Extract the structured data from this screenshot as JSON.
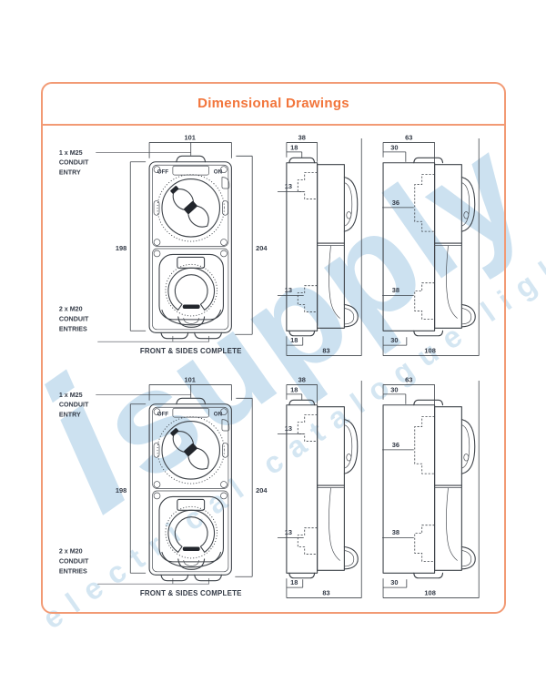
{
  "page": {
    "title": "Dimensional Drawings"
  },
  "watermark": {
    "brand": "isupply",
    "tagline": "electrical catalogue lighting"
  },
  "colors": {
    "accent_orange": "#F2753B",
    "border_orange": "#F29A74",
    "line_dark": "#3D4248",
    "watermark_blue": "#ADCFE6"
  },
  "rows": [
    {
      "front": {
        "width_top": "101",
        "height_left": "198",
        "height_right": "204",
        "entry_label": [
          "1 x M25",
          "CONDUIT",
          "ENTRY"
        ],
        "entries_label": [
          "2 x M20",
          "CONDUIT",
          "ENTRIES"
        ],
        "switch_off": "OFF",
        "switch_on": "ON",
        "caption": "FRONT & SIDES COMPLETE"
      },
      "side_small": {
        "depth_top": "38",
        "boss_top": "18",
        "knockout_upper": "13",
        "knockout_lower": "13",
        "boss_bottom": "18",
        "depth_total": "83"
      },
      "side_large": {
        "depth_top": "63",
        "boss_top": "30",
        "knockout_upper": "36",
        "knockout_lower": "38",
        "boss_bottom": "30",
        "depth_total": "108"
      }
    },
    {
      "front": {
        "width_top": "101",
        "height_left": "198",
        "height_right": "204",
        "entry_label": [
          "1 x M25",
          "CONDUIT",
          "ENTRY"
        ],
        "entries_label": [
          "2 x M20",
          "CONDUIT",
          "ENTRIES"
        ],
        "switch_off": "OFF",
        "switch_on": "ON",
        "caption": "FRONT & SIDES COMPLETE"
      },
      "side_small": {
        "depth_top": "38",
        "boss_top": "18",
        "knockout_upper": "13",
        "knockout_lower": "13",
        "boss_bottom": "18",
        "depth_total": "83"
      },
      "side_large": {
        "depth_top": "63",
        "boss_top": "30",
        "knockout_upper": "36",
        "knockout_lower": "38",
        "boss_bottom": "30",
        "depth_total": "108"
      }
    }
  ]
}
